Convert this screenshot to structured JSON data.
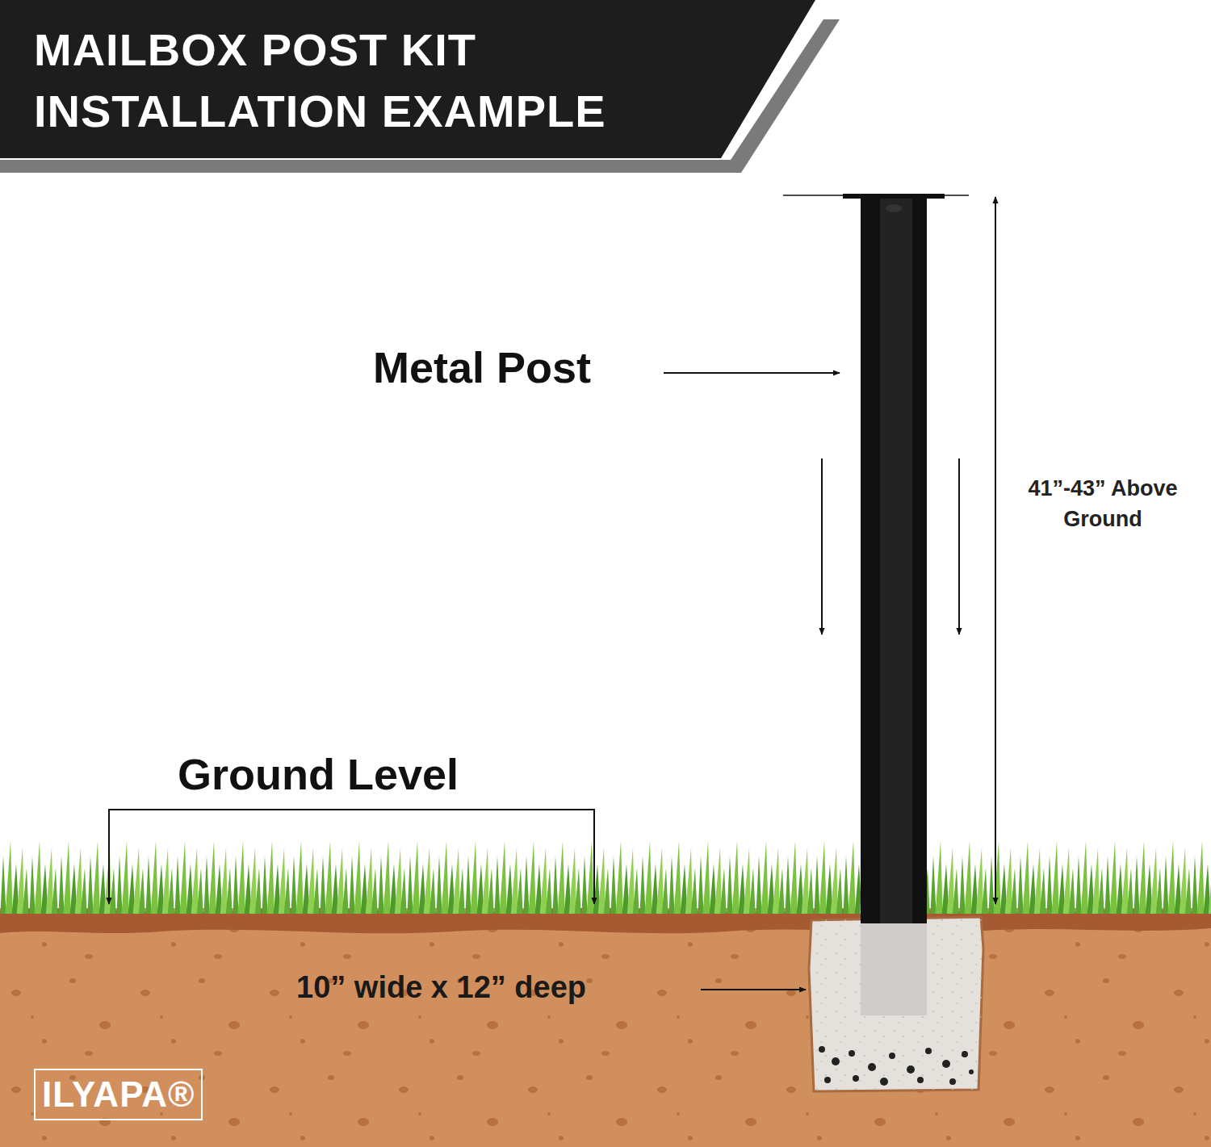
{
  "diagram": {
    "title": "MAILBOX POST KIT INSTALLATION EXAMPLE",
    "labels": [
      "Metal Post",
      "41”-43” Above Ground",
      "Ground Level",
      "10” wide x 12” deep",
      "ILYAPA®"
    ]
  }
}
